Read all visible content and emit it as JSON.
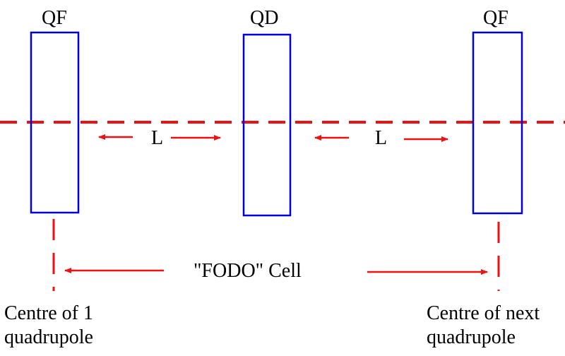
{
  "magnets": [
    {
      "label": "QF"
    },
    {
      "label": "QD"
    },
    {
      "label": "QF"
    }
  ],
  "spacing_labels": [
    "L",
    "L"
  ],
  "cell": {
    "label": "\"FODO\" Cell"
  },
  "centre_labels": {
    "left": {
      "line1": "Centre of 1",
      "line2": "quadrupole"
    },
    "right": {
      "line1": "Centre of next",
      "line2": "quadrupole"
    }
  },
  "colors": {
    "magnet": "#0000dd",
    "axis": "#ee1111",
    "text": "#000000"
  }
}
